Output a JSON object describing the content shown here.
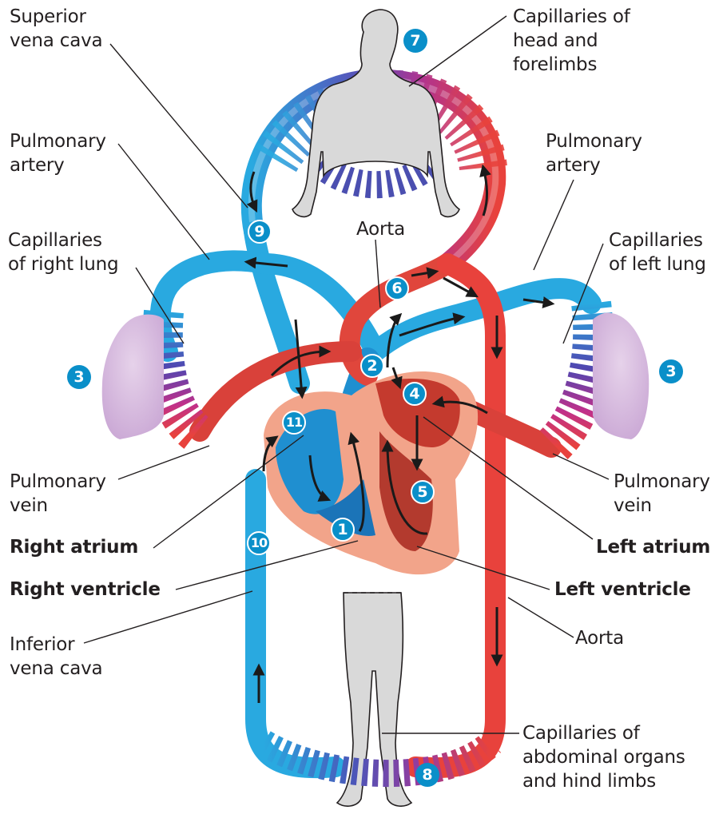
{
  "figure": {
    "colors": {
      "oxygen_poor": "#29a9e0",
      "oxygen_poor_dark": "#1b74b8",
      "oxygen_rich": "#e8423c",
      "oxygen_rich_dark": "#b92a2a",
      "capillary_mid": "#6b3fa8",
      "heart_tissue": "#f2a48a",
      "lung": "#d9bfe0",
      "body_silhouette": "#d9d9d9",
      "step_marker": "#0a8fc9",
      "leader_line": "#231f20"
    },
    "labels": {
      "superior_vena_cava": "Superior\nvena cava",
      "pulmonary_artery_left": "Pulmonary\nartery",
      "capillaries_right_lung": "Capillaries\nof right lung",
      "pulmonary_vein_left": "Pulmonary\nvein",
      "right_atrium": "Right atrium",
      "right_ventricle": "Right ventricle",
      "inferior_vena_cava": "Inferior\nvena cava",
      "capillaries_head": "Capillaries of\nhead and\nforelimbs",
      "pulmonary_artery_right": "Pulmonary\nartery",
      "aorta_top": "Aorta",
      "capillaries_left_lung": "Capillaries\nof left lung",
      "pulmonary_vein_right": "Pulmonary\nvein",
      "left_atrium": "Left atrium",
      "left_ventricle": "Left ventricle",
      "aorta_bottom": "Aorta",
      "capillaries_abdominal": "Capillaries of\nabdominal organs\nand hind limbs"
    },
    "steps": [
      {
        "id": "1",
        "name": "right-ventricle"
      },
      {
        "id": "2",
        "name": "pulmonary-artery-trunk"
      },
      {
        "id": "3",
        "name": "right-lung-capillaries"
      },
      {
        "id": "3",
        "name": "left-lung-capillaries"
      },
      {
        "id": "4",
        "name": "left-atrium"
      },
      {
        "id": "5",
        "name": "left-ventricle"
      },
      {
        "id": "6",
        "name": "aorta"
      },
      {
        "id": "7",
        "name": "head-forelimb-capillaries"
      },
      {
        "id": "8",
        "name": "abdominal-hindlimb-capillaries"
      },
      {
        "id": "9",
        "name": "superior-vena-cava"
      },
      {
        "id": "10",
        "name": "inferior-vena-cava"
      },
      {
        "id": "11",
        "name": "right-atrium"
      }
    ]
  }
}
